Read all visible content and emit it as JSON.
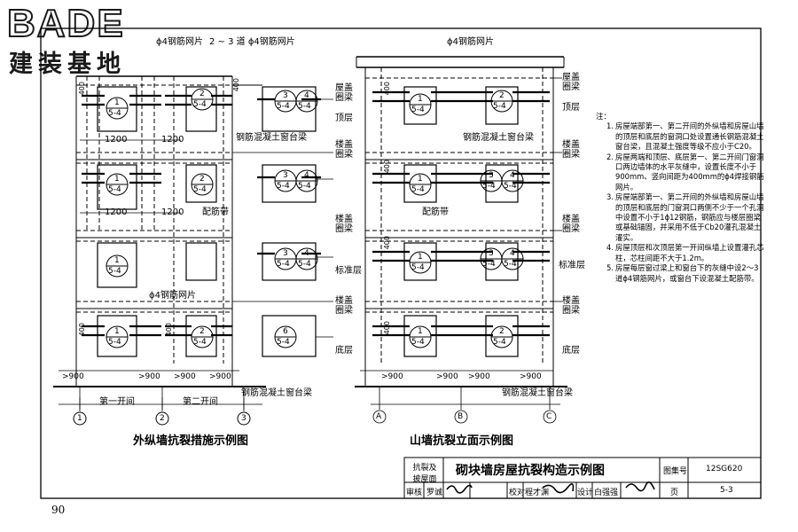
{
  "logo": {
    "main": "BADE",
    "sub": "建装基地"
  },
  "left_diagram": {
    "caption": "外纵墙抗裂措施示例图",
    "top_mesh_label": "ϕ4钢筋网片",
    "top_mesh_label2": "2 ~ 3 道 ϕ4钢筋网片",
    "mid_mesh_label": "ϕ4钢筋网片",
    "sill_beam_label": "钢筋混凝土窗台梁",
    "rebar_band_label": "配筋带",
    "bottom_sill_label": "钢筋混凝土窗台梁",
    "dim_1200": "1200",
    "dim_400": "400",
    "dim_900": ">900",
    "floor_labels": [
      "屋盖圈梁",
      "顶层",
      "楼盖圈梁",
      "楼盖圈梁",
      "标准层",
      "楼盖圈梁",
      "底层"
    ],
    "bay_labels": [
      "第一开间",
      "第二开间"
    ],
    "axes": [
      "1",
      "2",
      "3"
    ],
    "circle_refs": [
      {
        "top": "1",
        "bottom": "5-4"
      },
      {
        "top": "2",
        "bottom": "5-4"
      },
      {
        "top": "3",
        "bottom": "5-4"
      },
      {
        "top": "4",
        "bottom": "5-4"
      },
      {
        "top": "6",
        "bottom": "5-4"
      }
    ]
  },
  "right_diagram": {
    "caption": "山墙抗裂立面示例图",
    "top_mesh_label": "ϕ4钢筋网片",
    "sill_beam_label": "钢筋混凝土窗台梁",
    "rebar_band_label": "配筋带",
    "bottom_sill_label": "钢筋混凝土窗台梁",
    "floor_labels": [
      "屋盖圈梁",
      "顶层",
      "楼盖圈梁",
      "楼盖圈梁",
      "标准层",
      "楼盖圈梁",
      "底层"
    ],
    "axes": [
      "A",
      "B",
      "C"
    ]
  },
  "notes": {
    "heading": "注：",
    "items": [
      "房屋端部第一、第二开间的外纵墙和房屋山墙的顶层和底层的窗洞口处设置通长钢筋混凝土窗台梁，且混凝土强度等级不应小于C20。",
      "房屋两端和顶层、底层第一、第二开间门窗洞口两边墙体的水平灰缝中，设置长度不小于900mm、竖向间距为400mm的ϕ4焊接钢筋网片。",
      "房屋端部第一、第二开间的外纵墙和房屋山墙的顶层和底层的门窗洞口两侧不少于一个孔洞中设置不小于1ϕ12钢筋，钢筋应与楼层圈梁或基础锚固，并采用不低于Cb20灌孔混凝土灌实。",
      "房屋顶层和次顶层第一开间纵墙上设置灌孔芯柱，芯柱间距不大于1.2m。",
      "房屋每层窗过梁上和窗台下的灰缝中设2～3道ϕ4钢筋网片，或窗台下设混凝土配筋带。"
    ]
  },
  "title_block": {
    "category": "抗裂及披屋面",
    "title": "砌块墙房屋抗裂构造示例图",
    "atlas_label": "图集号",
    "atlas_no": "12SG620",
    "review_label": "审核",
    "review_name": "罗诚",
    "check_label": "校对",
    "check_name": "程才渊",
    "design_label": "设计",
    "design_name": "白强强",
    "page_label": "页",
    "page_no": "5-3"
  },
  "page_number": "90"
}
